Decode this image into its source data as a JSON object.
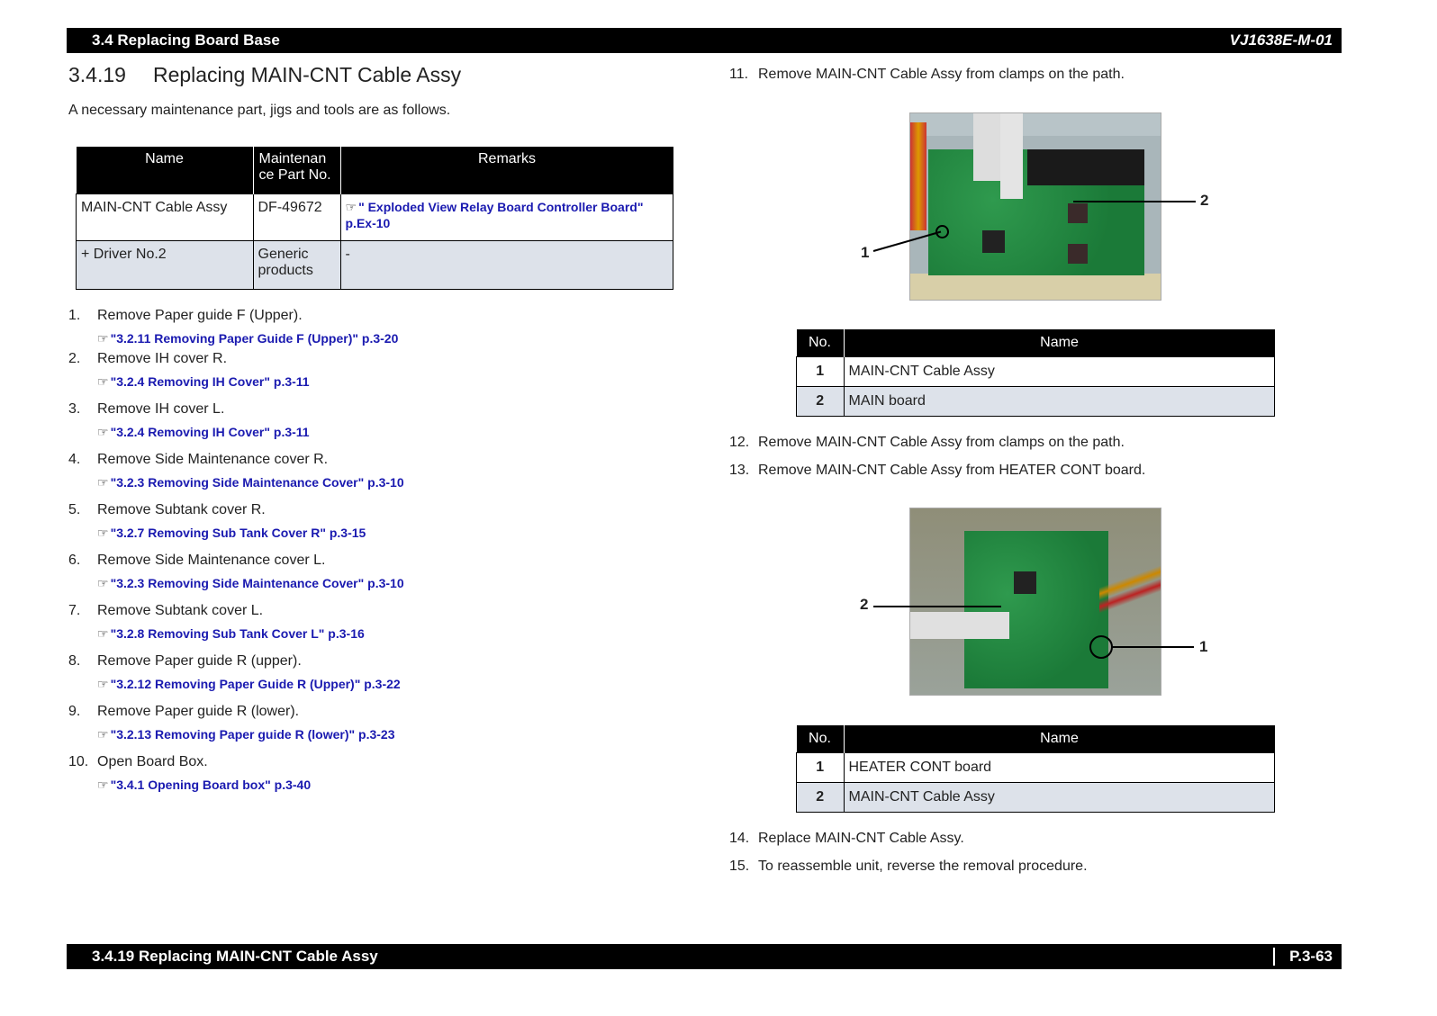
{
  "header": {
    "section": "3.4 Replacing Board Base",
    "doc_id": "VJ1638E-M-01"
  },
  "title": {
    "number": "3.4.19",
    "text": "Replacing MAIN-CNT Cable  Assy"
  },
  "intro": "A necessary maintenance part, jigs and tools are as follows.",
  "parts_table": {
    "headers": [
      "Name",
      "Maintenan ce Part No.",
      "Remarks"
    ],
    "rows": [
      {
        "name": "MAIN-CNT Cable  Assy",
        "part": "DF-49672",
        "remark": "\"    Exploded View Relay Board Controller Board\" p.Ex-10"
      },
      {
        "name": "+ Driver No.2",
        "part": "Generic products",
        "remark": "-"
      }
    ]
  },
  "steps": [
    {
      "n": "1.",
      "text": "Remove Paper guide F (Upper).",
      "link": "\"3.2.11 Removing Paper Guide F (Upper)\" p.3-20"
    },
    {
      "n": "2.",
      "text": "Remove IH cover R.",
      "link": "\"3.2.4 Removing IH Cover\" p.3-11"
    },
    {
      "n": "3.",
      "text": "Remove IH cover L.",
      "link": "\"3.2.4 Removing IH Cover\" p.3-11"
    },
    {
      "n": "4.",
      "text": "Remove Side Maintenance cover R.",
      "link": "\"3.2.3 Removing Side Maintenance Cover\" p.3-10"
    },
    {
      "n": "5.",
      "text": "Remove Subtank cover R.",
      "link": "\"3.2.7 Removing Sub Tank Cover R\" p.3-15"
    },
    {
      "n": "6.",
      "text": "Remove Side Maintenance cover L.",
      "link": "\"3.2.3 Removing Side Maintenance Cover\" p.3-10"
    },
    {
      "n": "7.",
      "text": "Remove Subtank cover L.",
      "link": "\"3.2.8 Removing Sub Tank Cover L\" p.3-16"
    },
    {
      "n": "8.",
      "text": "Remove Paper guide R (upper).",
      "link": "\"3.2.12 Removing Paper Guide R (Upper)\" p.3-22"
    },
    {
      "n": "9.",
      "text": "Remove Paper guide R (lower).",
      "link": "\"3.2.13 Removing Paper guide R  (lower)\" p.3-23"
    },
    {
      "n": "10.",
      "text": "Open Board Box.",
      "link": "\"3.4.1 Opening Board box\" p.3-40"
    }
  ],
  "right_steps": [
    {
      "n": "11.",
      "text": "Remove MAIN-CNT Cable  Assy from clamps on the path."
    },
    {
      "n": "12.",
      "text": "Remove MAIN-CNT Cable  Assy from clamps on the path."
    },
    {
      "n": "13.",
      "text": "Remove MAIN-CNT Cable  Assy from HEATER CONT board."
    },
    {
      "n": "14.",
      "text": "Replace MAIN-CNT Cable  Assy."
    },
    {
      "n": "15.",
      "text": "To reassemble unit, reverse the removal procedure."
    }
  ],
  "figure1": {
    "callouts": [
      "1",
      "2"
    ],
    "table": {
      "headers": [
        "No.",
        "Name"
      ],
      "rows": [
        [
          "1",
          "MAIN-CNT Cable  Assy"
        ],
        [
          "2",
          "MAIN board"
        ]
      ]
    }
  },
  "figure2": {
    "callouts": [
      "2",
      "1"
    ],
    "table": {
      "headers": [
        "No.",
        "Name"
      ],
      "rows": [
        [
          "1",
          "HEATER CONT board"
        ],
        [
          "2",
          "MAIN-CNT Cable  Assy"
        ]
      ]
    }
  },
  "footer": {
    "title": "3.4.19 Replacing MAIN-CNT Cable  Assy",
    "page": "P.3-63"
  },
  "icons": {
    "ref": "pointing-hand-icon"
  }
}
